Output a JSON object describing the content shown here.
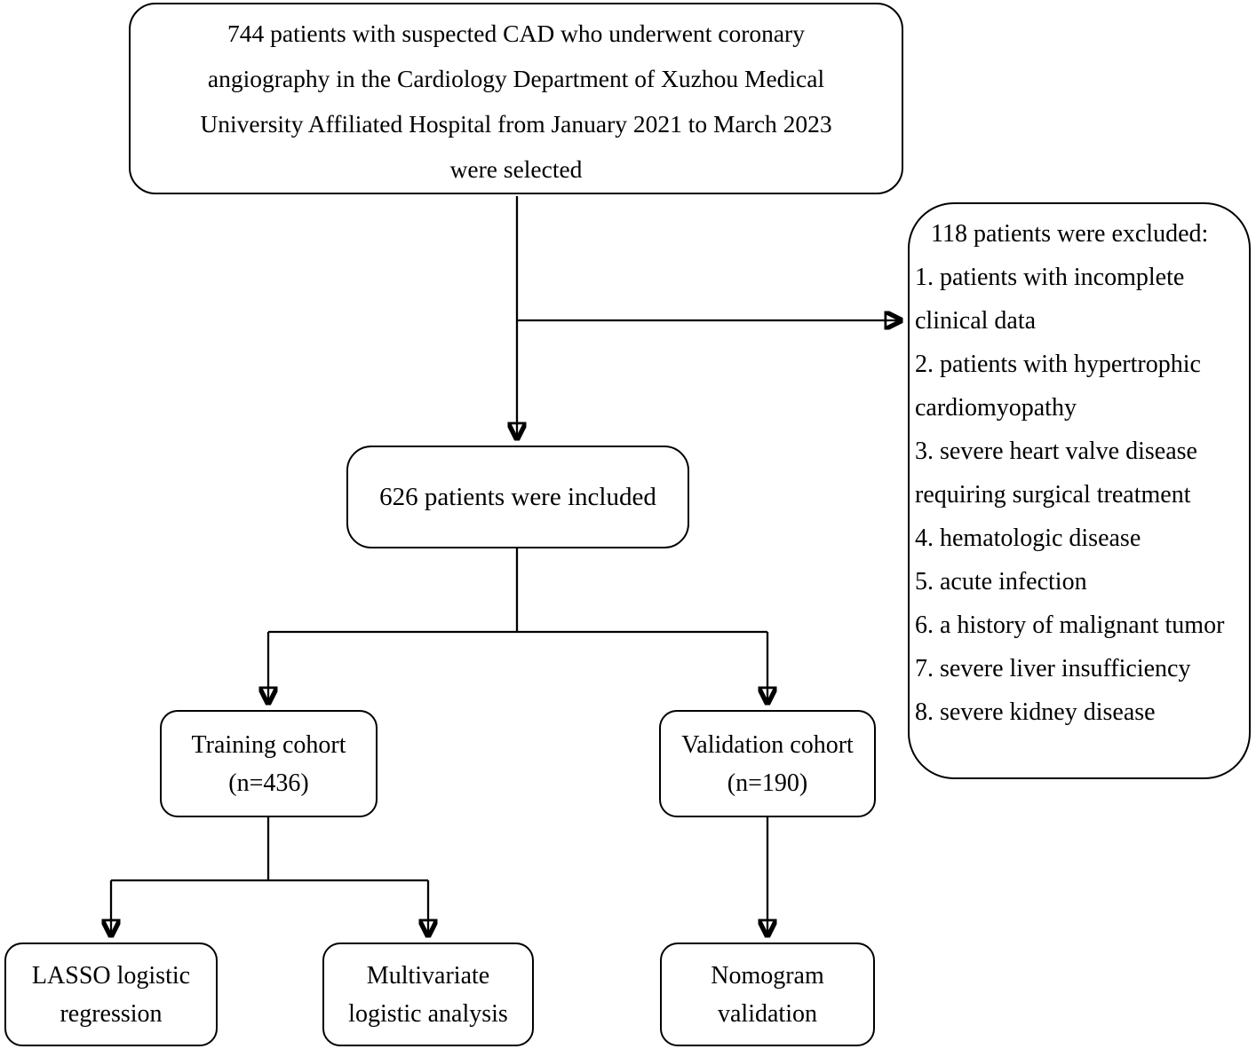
{
  "diagram": {
    "title": "Patient selection flowchart",
    "colors": {
      "background": "#ffffff",
      "border": "#000000",
      "text": "#000000",
      "arrow": "#000000"
    },
    "boxes": {
      "selected": {
        "lines": [
          "744 patients with suspected CAD who underwent coronary",
          "angiography in the Cardiology Department of Xuzhou Medical",
          "University Affiliated Hospital from January 2021 to March 2023",
          "were selected"
        ]
      },
      "excluded": {
        "title": "118 patients were excluded:",
        "items": [
          "1. patients with incomplete clinical data",
          "2. patients with hypertrophic cardiomyopathy",
          "3. severe heart valve disease requiring surgical treatment",
          "4. hematologic disease",
          "5. acute infection",
          "6. a history of malignant tumor",
          "7. severe liver insufficiency",
          "8. severe kidney disease"
        ]
      },
      "included": {
        "text": "626 patients were included"
      },
      "training": {
        "lines": [
          "Training cohort",
          "(n=436)"
        ]
      },
      "validation": {
        "lines": [
          "Validation cohort",
          "(n=190)"
        ]
      },
      "lasso": {
        "lines": [
          "LASSO logistic",
          "regression"
        ]
      },
      "multivariate": {
        "lines": [
          "Multivariate",
          "logistic analysis"
        ]
      },
      "nomogram": {
        "lines": [
          "Nomogram",
          "validation"
        ]
      }
    }
  }
}
